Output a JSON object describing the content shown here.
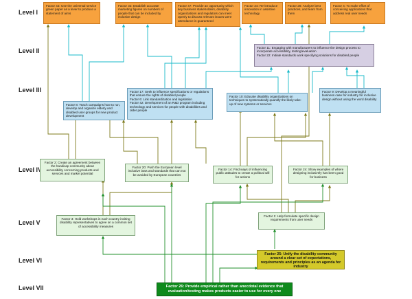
{
  "levels": {
    "l1": "Level I",
    "l2": "Level II",
    "l3": "Level III",
    "l4": "Level IV",
    "l5": "Level V",
    "l6": "Level VI",
    "l7": "Level VII"
  },
  "factors": {
    "f43": "Factor 43: Use the universal service green paper as a lever to produce a statement of aims",
    "f33": "Factor 33: Establish accurate marketing figures on numbers of people that can be included by inclusive design",
    "f47": "Factor 47: Provide an opportunity which key business stakeholders, disability organizations and regulators can meet openly to discuss relevant issues were attendance is guaranteed",
    "f34": "Factor 34: Re-introduce innovation in assistive technology",
    "f28": "Factor 28: Analyze best practices, and learn from them",
    "f4": "Factor 4: To make effort of conceiving applications that address real user needs",
    "f11_22": "Factor 11: Engaging with manufacturers to influence the design process to incorporate accessibility, testing/evaluation\nFactor 22: Initiate standards work specifying solutions for disabled people",
    "f8": "Factor 8: Teach campaigns how to run, develop and organize elderly and disabled user groups for new product development",
    "f17_6_42": "Factor 17: Seek to influence specifications or regulations that ensure the rights of disabled people\nFactor 6: Link standardization and legislation\nFactor 42: Development of an R&D program including technology and services for people with disabilities and older people",
    "f10": "Factor 10: Educate disability organizations on techniques to systematically quantify the likely take-up of new systems or services",
    "f9": "Factor 9: Develop a meaningful business case for industry for inclusive design without using the word disability",
    "f2": "Factor 2: Create an agreement between the handicap community about accessibility concerning products and services and market potential",
    "f20": "Factor 20: Push the European level inclusive laws and standards that can not be avoided by European countries",
    "f14": "Factor 14: Find ways of influencing public attitudes to create a political will for actions",
    "f24": "Factor 24: Show examples of where designing inclusively has been good for business",
    "f3": "Factor 3: Hold workshops in each country inviting disability representatives to agree on a common set of accessibility measures",
    "f1": "Factor 1: Help formulate specific design requirements from user needs",
    "f25": "Factor 25: Unify the disability community around a clear set of expectations, requirements and principles as an agenda for industry",
    "f26": "Factor 26: Provide empirical rather than anecdotal evidence that evaluation/testing makes products easier to use for every one"
  },
  "colors": {
    "orange": "#f7a23e",
    "lilac": "#d6cfe3",
    "blue": "#bfe0f2",
    "green": "#e3f5df",
    "olive": "#d4c92a",
    "dark_green": "#0e8a1c",
    "link_cyan": "#17b9c9",
    "link_olive": "#7d7a1a",
    "link_green": "#1f8f2a"
  }
}
